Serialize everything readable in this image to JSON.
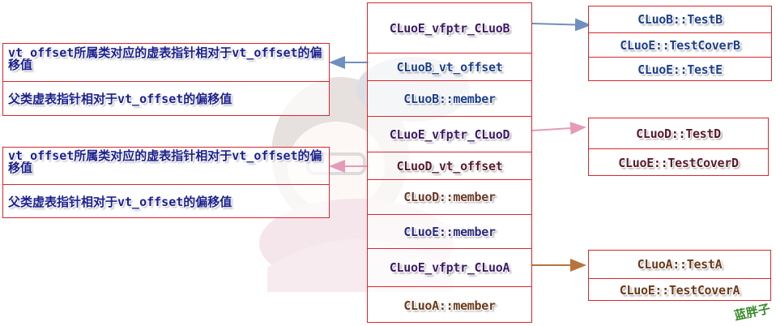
{
  "colors": {
    "border": "#d9272e",
    "text_dark": "#3d1a66",
    "text_blue": "#1d3f8a",
    "note_text": "#1a1f8c",
    "arrow_blue": "#6f8fbf",
    "arrow_pink": "#e59bb8",
    "arrow_brown": "#b8733c"
  },
  "center_stack": [
    {
      "label": "CLuoE_vfptr_CLuoB",
      "color": "#3d1a66"
    },
    {
      "label": "CLuoB_vt_offset",
      "color": "#1d3f8a"
    },
    {
      "label": "CLuoB::member",
      "color": "#1d3f8a"
    },
    {
      "label": "CLuoE_vfptr_CLuoD",
      "color": "#3d1a66"
    },
    {
      "label": "CLuoD_vt_offset",
      "color": "#5a1a2a"
    },
    {
      "label": "CLuoD::member",
      "color": "#6a3a2a"
    },
    {
      "label": "CLuoE::member",
      "color": "#2a2a7a"
    },
    {
      "label": "CLuoE_vfptr_CLuoA",
      "color": "#3d1a66"
    },
    {
      "label": "CLuoA::member",
      "color": "#6a3a1a"
    }
  ],
  "vtable_b": [
    "CLuoB::TestB",
    "CLuoE::TestCoverB",
    "CLuoE::TestE"
  ],
  "vtable_d": [
    "CLuoD::TestD",
    "CLuoE::TestCoverD"
  ],
  "vtable_a": [
    "CLuoA::TestA",
    "CLuoE::TestCoverA"
  ],
  "notes_b": [
    "vt_offset所属类对应的虚表指针相对于vt_offset的偏移值",
    "父类虚表指针相对于vt_offset的偏移值"
  ],
  "notes_d": [
    "vt_offset所属类对应的虚表指针相对于vt_offset的偏移值",
    "父类虚表指针相对于vt_offset的偏移值"
  ],
  "logo_text": "蓝胖子"
}
